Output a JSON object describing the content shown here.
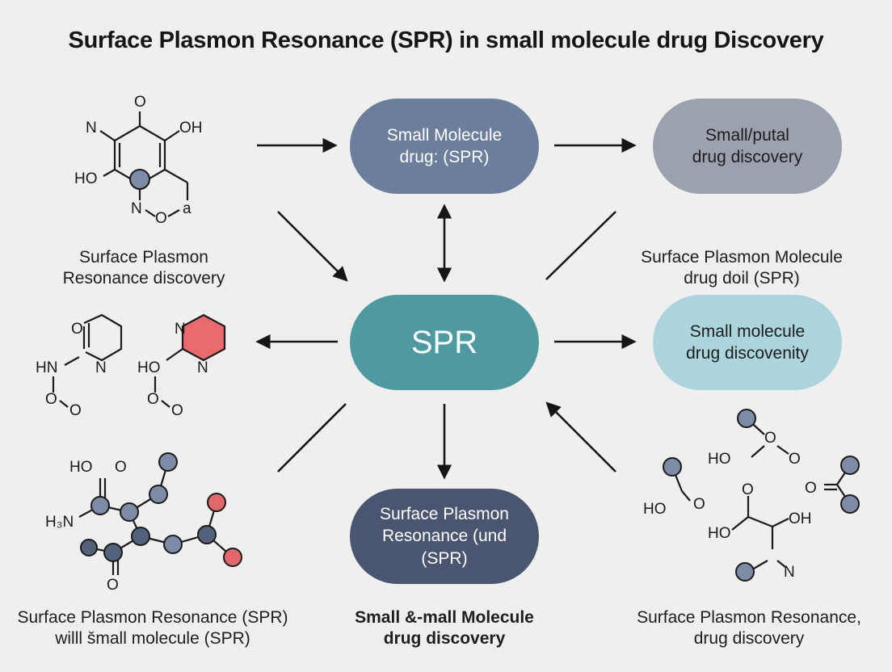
{
  "title": "Surface Plasmon Resonance (SPR) in small molecule drug Discovery",
  "nodes": {
    "top_center": {
      "text": "Small Molecule\ndrug: (SPR)",
      "color": "#6b7f9c"
    },
    "top_right": {
      "text": "Small/putal\ndrug discovery",
      "color": "#9ba1ad"
    },
    "center": {
      "text": "SPR",
      "color": "#4e9aa0"
    },
    "mid_right": {
      "text": "Small molecule\ndrug discovenity",
      "color": "#acd4dc"
    },
    "bottom_center": {
      "text": "Surface Plasmon\nResonance (und\n(SPR)",
      "color": "#4a5670"
    }
  },
  "captions": {
    "top_left": "Surface Plasmon\nResonance discovery",
    "mid_right": "Surface Plasmon Molecule\ndrug doil (SPR)",
    "bottom_left": "Surface Plasmon Resonance (SPR)\nwilll s̆mall molecule (SPR)",
    "bottom_center": "Small &-mall Molecule\ndrug discovery",
    "bottom_right": "Surface Plasmon Resonance,\ndrug discovery"
  },
  "molecules": {
    "top_left": {
      "labels": [
        "O",
        "N",
        "OH",
        "HO",
        "N",
        "O",
        "a"
      ]
    },
    "mid_left_a": {
      "labels": [
        "O",
        "N",
        "HN",
        "O",
        "O"
      ]
    },
    "mid_left_b": {
      "labels": [
        "N",
        "N",
        "HO",
        "O",
        "O"
      ]
    },
    "bottom_left": {
      "labels": [
        "HO",
        "O",
        "H₃N",
        "O"
      ]
    },
    "bottom_right": {
      "labels": [
        "HO",
        "O",
        "O",
        "HO",
        "O",
        "O",
        "HO",
        "OH",
        "O",
        "N"
      ]
    }
  },
  "colors": {
    "atom_gray": "#7d8ba6",
    "atom_dark": "#55617a",
    "atom_red": "#e0686a",
    "ring_red": "#e86a6c",
    "arrow": "#161616"
  }
}
